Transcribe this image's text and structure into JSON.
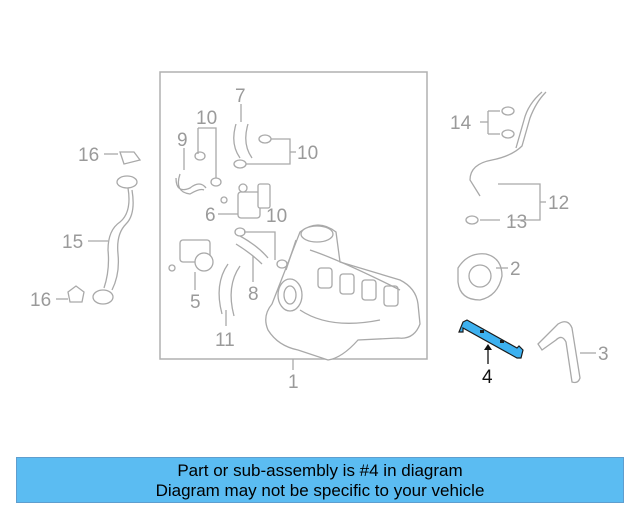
{
  "callouts": {
    "c1": "1",
    "c2": "2",
    "c3": "3",
    "c4": "4",
    "c5": "5",
    "c6": "6",
    "c7": "7",
    "c8": "8",
    "c9": "9",
    "c10a": "10",
    "c10b": "10",
    "c10c": "10",
    "c11": "11",
    "c12": "12",
    "c13": "13",
    "c14": "14",
    "c15": "15",
    "c16a": "16",
    "c16b": "16"
  },
  "highlight": {
    "part": "4",
    "color": "#3db1f0"
  },
  "banner": {
    "line1": "Part or sub-assembly is #4 in diagram",
    "line2": "Diagram may not be specific to your vehicle",
    "color": "#5bbcf2"
  }
}
